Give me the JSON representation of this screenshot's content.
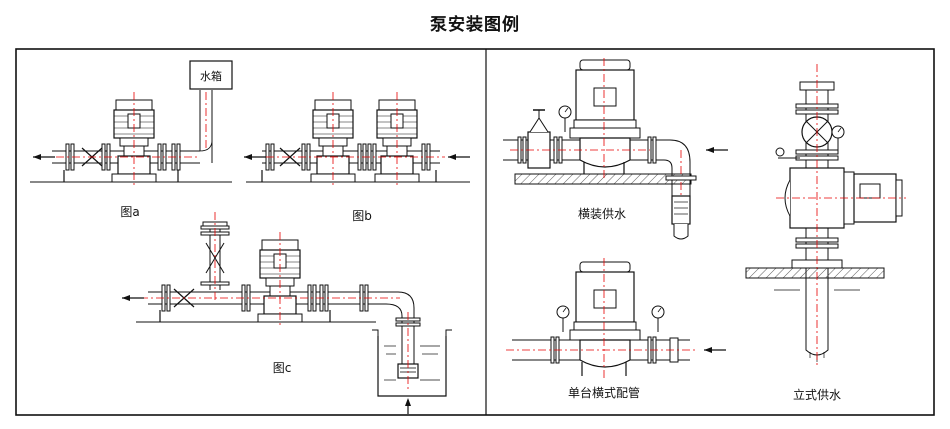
{
  "title": "泵安装图例",
  "captions": {
    "fig_a": "图a",
    "fig_b": "图b",
    "fig_c": "图c",
    "horizontal_supply": "横装供水",
    "single_horizontal_piping": "单台横式配管",
    "vertical_supply": "立式供水"
  },
  "labels": {
    "water_tank": "水箱"
  },
  "colors": {
    "line": "#111111",
    "centerline": "#e60000",
    "hatch": "#333333"
  },
  "icons": [
    "pump-icon",
    "motor-icon",
    "gate-valve-icon",
    "check-valve-icon",
    "pressure-gauge-icon",
    "flange-icon",
    "flow-arrow-icon",
    "water-tank-icon",
    "foot-valve-icon",
    "butterfly-valve-icon"
  ]
}
